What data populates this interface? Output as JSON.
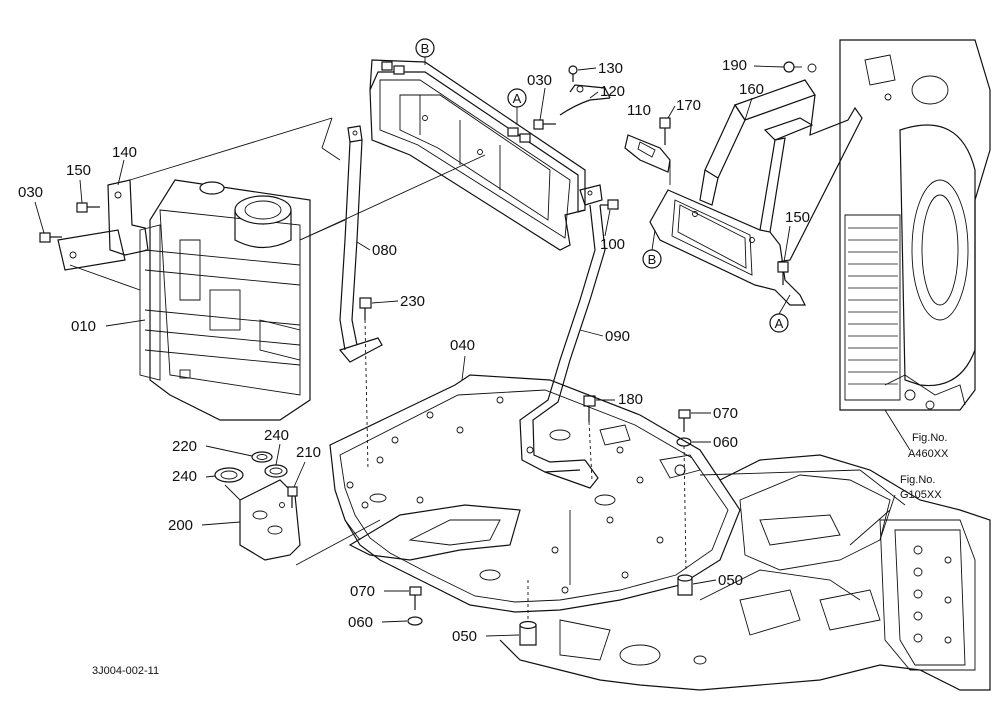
{
  "parts": {
    "p010": "010",
    "p030a": "030",
    "p030b": "030",
    "p040": "040",
    "p050a": "050",
    "p050b": "050",
    "p060a": "060",
    "p060b": "060",
    "p070a": "070",
    "p070b": "070",
    "p080": "080",
    "p090": "090",
    "p100": "100",
    "p110": "110",
    "p120": "120",
    "p130": "130",
    "p140": "140",
    "p150a": "150",
    "p150b": "150",
    "p160": "160",
    "p170": "170",
    "p180": "180",
    "p190": "190",
    "p200": "200",
    "p210": "210",
    "p220": "220",
    "p230": "230",
    "p240a": "240",
    "p240b": "240"
  },
  "markers": {
    "a1": "A",
    "a2": "A",
    "b1": "B",
    "b2": "B"
  },
  "figrefs": {
    "fig1_title": "Fig.No.",
    "fig1_code": "A460XX",
    "fig2_title": "Fig.No.",
    "fig2_code": "G105XX"
  },
  "drawing_code": "3J004-002-11"
}
